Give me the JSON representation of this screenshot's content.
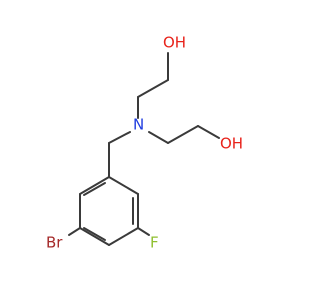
{
  "molecule": {
    "atoms": {
      "oh_top": {
        "label": "OH",
        "color": "#e8231b"
      },
      "oh_right": {
        "label": "OH",
        "color": "#e8231b"
      },
      "nitrogen": {
        "label": "N",
        "color": "#1f3de0"
      },
      "bromine": {
        "label": "Br",
        "color": "#a52a2a"
      },
      "fluorine": {
        "label": "F",
        "color": "#8fbf2f"
      }
    },
    "bond_color": "#3a3a3a"
  }
}
